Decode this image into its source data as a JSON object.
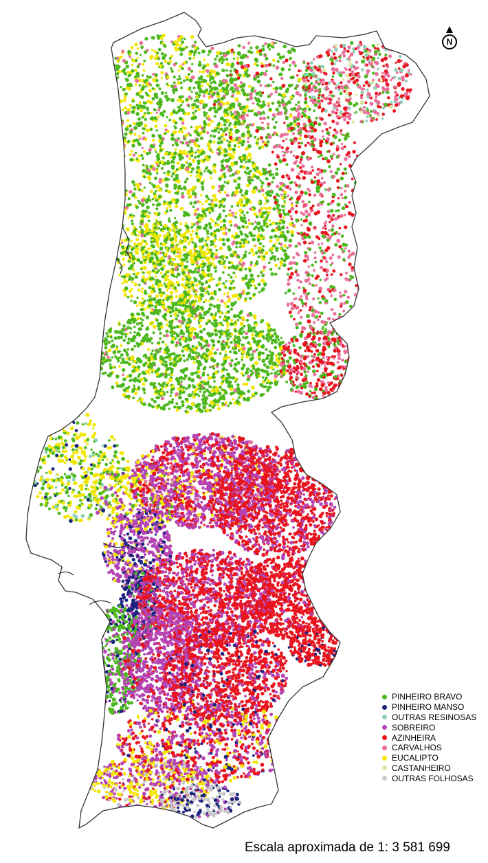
{
  "map": {
    "scale_text": "Escala aproximada de 1: 3 581 699",
    "north_label": "N",
    "north_icon": "north-arrow-icon",
    "outline_color": "#333333"
  },
  "legend": {
    "items": [
      {
        "label": "PINHEIRO BRAVO",
        "color": "#4cb81e"
      },
      {
        "label": "PINHEIRO MANSO",
        "color": "#1a237e"
      },
      {
        "label": "OUTRAS RESINOSAS",
        "color": "#8ed1b6"
      },
      {
        "label": "SOBREIRO",
        "color": "#b444b4"
      },
      {
        "label": "AZINHEIRA",
        "color": "#e8141e"
      },
      {
        "label": "CARVALHOS",
        "color": "#e8709a"
      },
      {
        "label": "EUCALIPTO",
        "color": "#f2e600"
      },
      {
        "label": "CASTANHEIRO",
        "color": "#dfe6a2"
      },
      {
        "label": "OUTRAS FOLHOSAS",
        "color": "#c8c8c8"
      }
    ]
  }
}
